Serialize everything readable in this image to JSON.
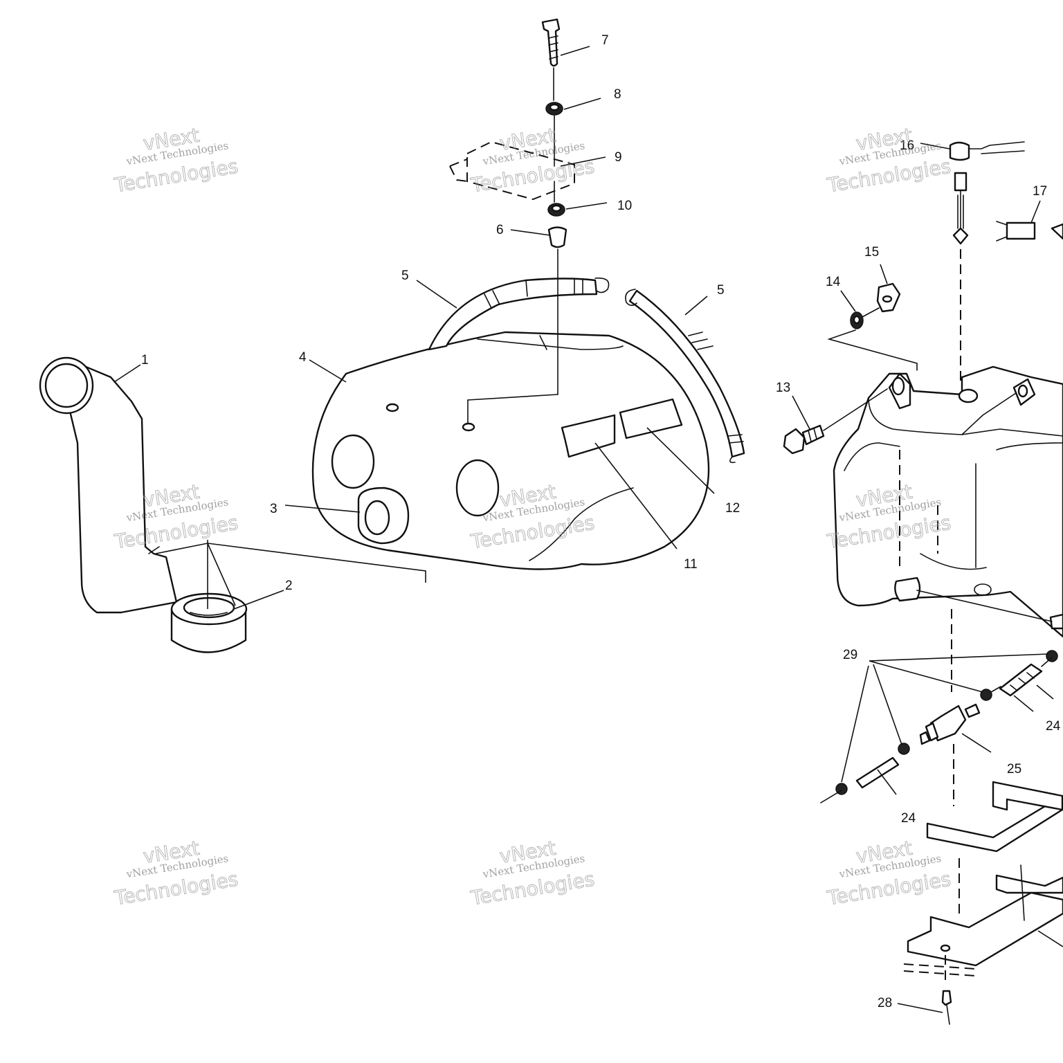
{
  "diagram": {
    "callouts": [
      "1",
      "2",
      "3",
      "4",
      "5",
      "5",
      "6",
      "7",
      "8",
      "9",
      "10",
      "11",
      "12",
      "13",
      "14",
      "15",
      "16",
      "17",
      "24",
      "24",
      "25",
      "28",
      "29"
    ]
  },
  "watermark": {
    "small_text": "vNext Technologies",
    "big_line1": "vNext",
    "big_line2": "Technologies"
  },
  "colors": {
    "line": "#111111",
    "background": "#ffffff",
    "watermark": "#9a9a9a"
  }
}
